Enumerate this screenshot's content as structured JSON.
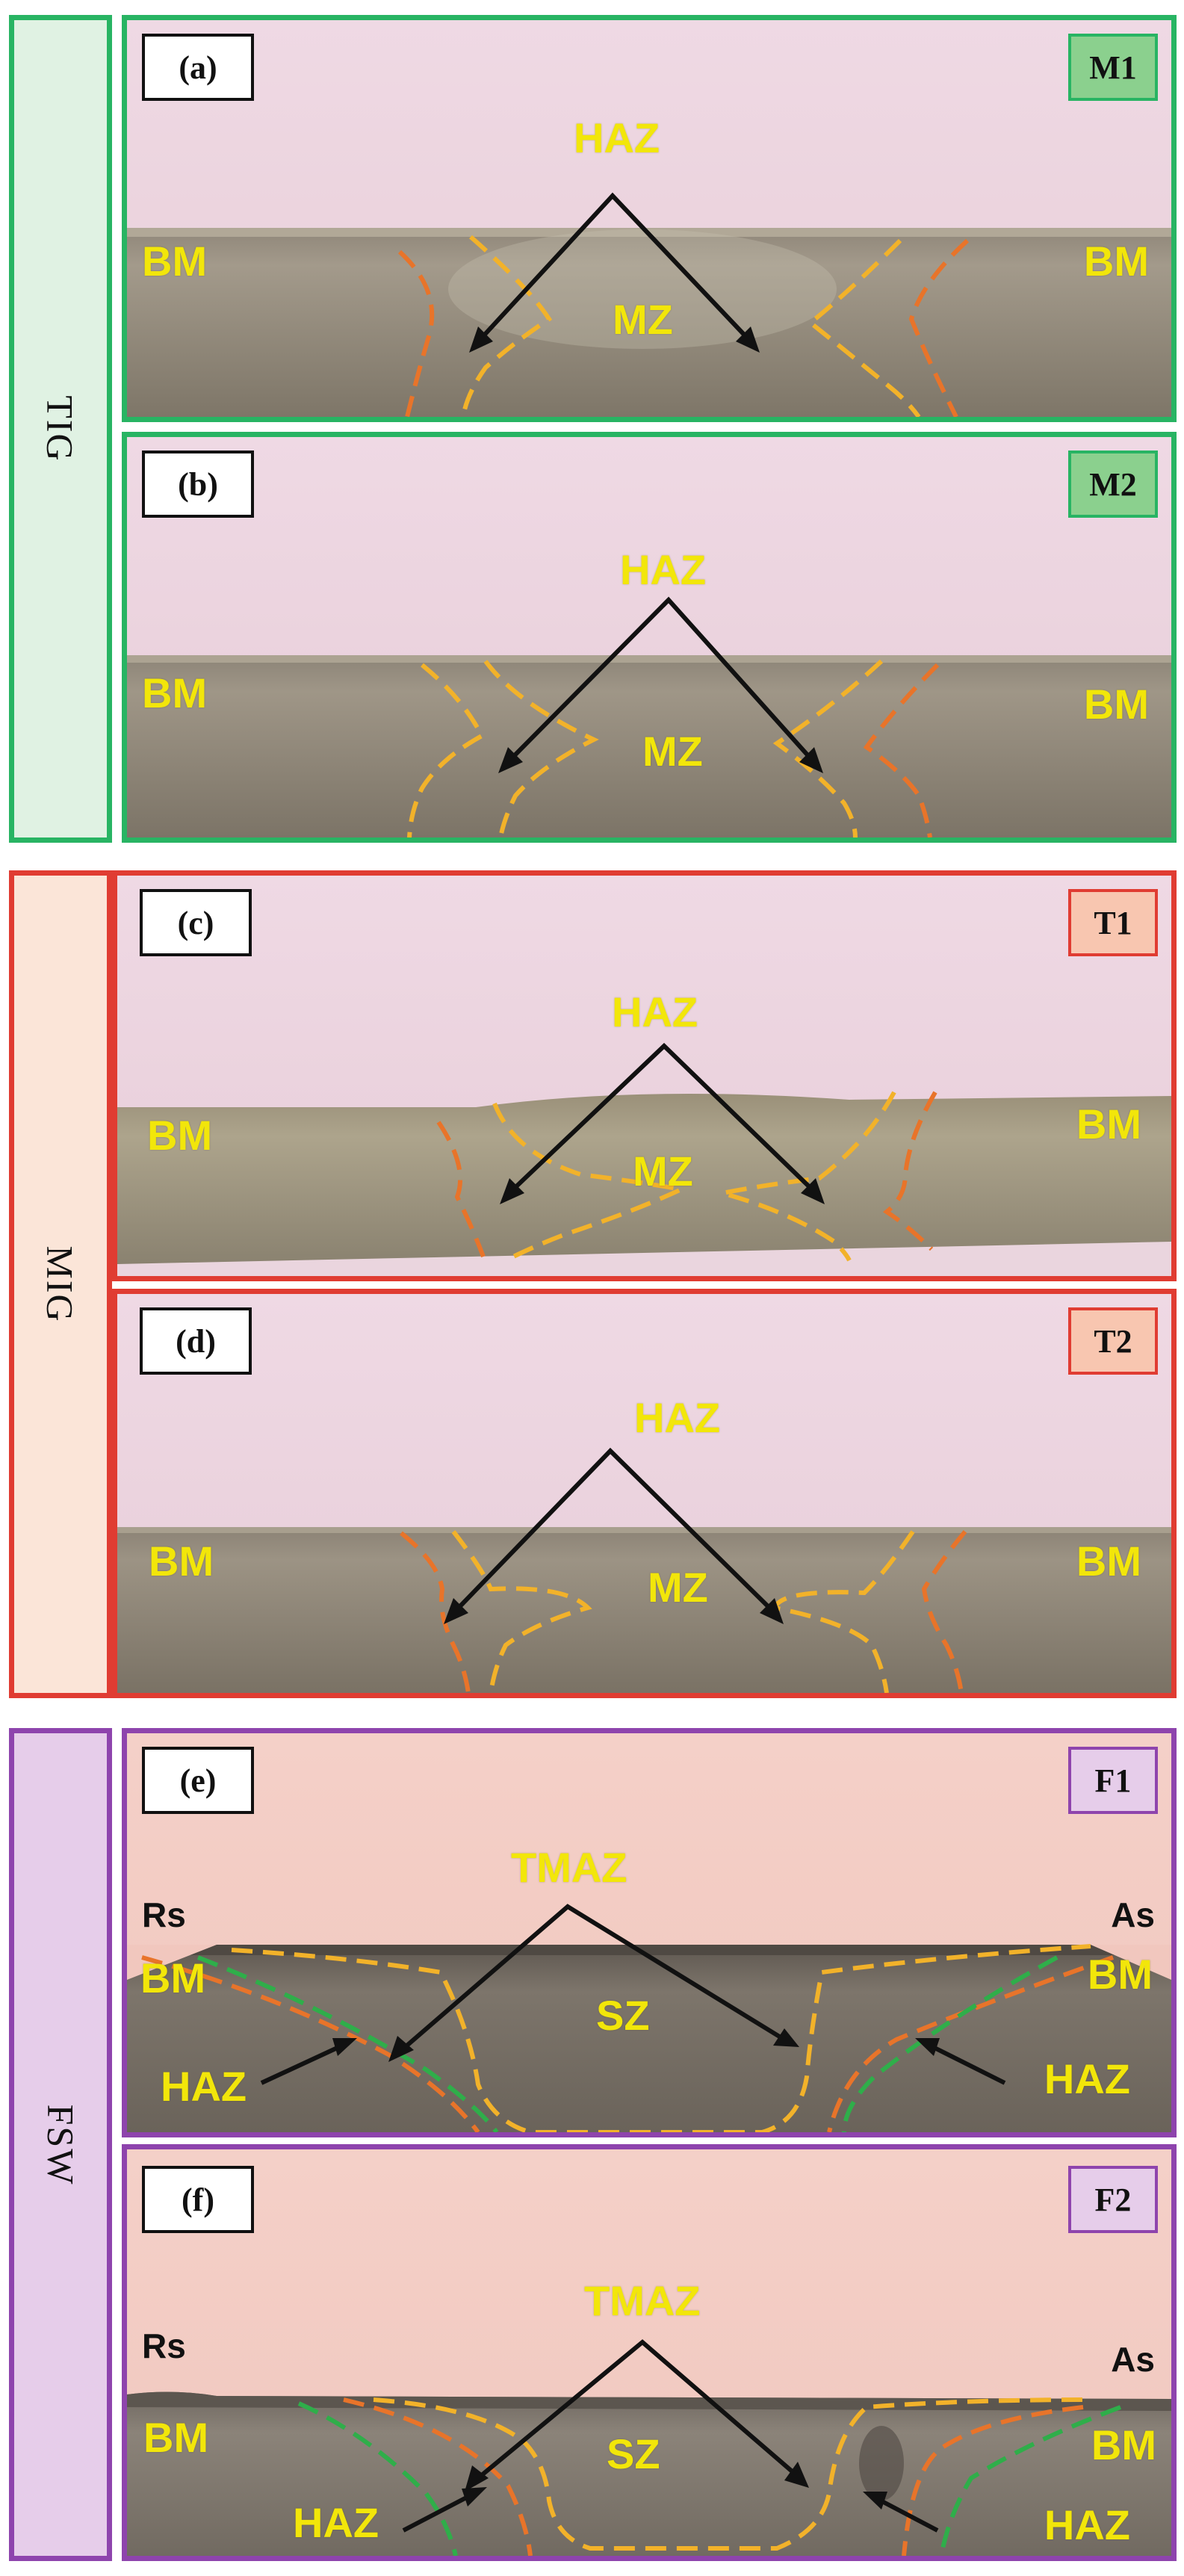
{
  "colors": {
    "tig": "#28b463",
    "mig": "#e03c32",
    "fsw": "#8e44ad",
    "label_yellow": "#f2e60a"
  },
  "groups": [
    {
      "label": "TIG"
    },
    {
      "label": "MIG"
    },
    {
      "label": "FSW"
    }
  ],
  "panels": [
    {
      "tag": "(a)",
      "code": "M1",
      "labels": {
        "haz_top": "HAZ",
        "bm_left": "BM",
        "bm_right": "BM",
        "center": "MZ"
      }
    },
    {
      "tag": "(b)",
      "code": "M2",
      "labels": {
        "haz_top": "HAZ",
        "bm_left": "BM",
        "bm_right": "BM",
        "center": "MZ"
      }
    },
    {
      "tag": "(c)",
      "code": "T1",
      "labels": {
        "haz_top": "HAZ",
        "bm_left": "BM",
        "bm_right": "BM",
        "center": "MZ"
      }
    },
    {
      "tag": "(d)",
      "code": "T2",
      "labels": {
        "haz_top": "HAZ",
        "bm_left": "BM",
        "bm_right": "BM",
        "center": "MZ"
      }
    },
    {
      "tag": "(e)",
      "code": "F1",
      "labels": {
        "top": "TMAZ",
        "rs": "Rs",
        "as": "As",
        "bm_left": "BM",
        "bm_right": "BM",
        "center": "SZ",
        "haz_left": "HAZ",
        "haz_right": "HAZ"
      }
    },
    {
      "tag": "(f)",
      "code": "F2",
      "labels": {
        "top": "TMAZ",
        "rs": "Rs",
        "as": "As",
        "bm_left": "BM",
        "bm_right": "BM",
        "center": "SZ",
        "haz_left": "HAZ",
        "haz_right": "HAZ"
      }
    }
  ]
}
